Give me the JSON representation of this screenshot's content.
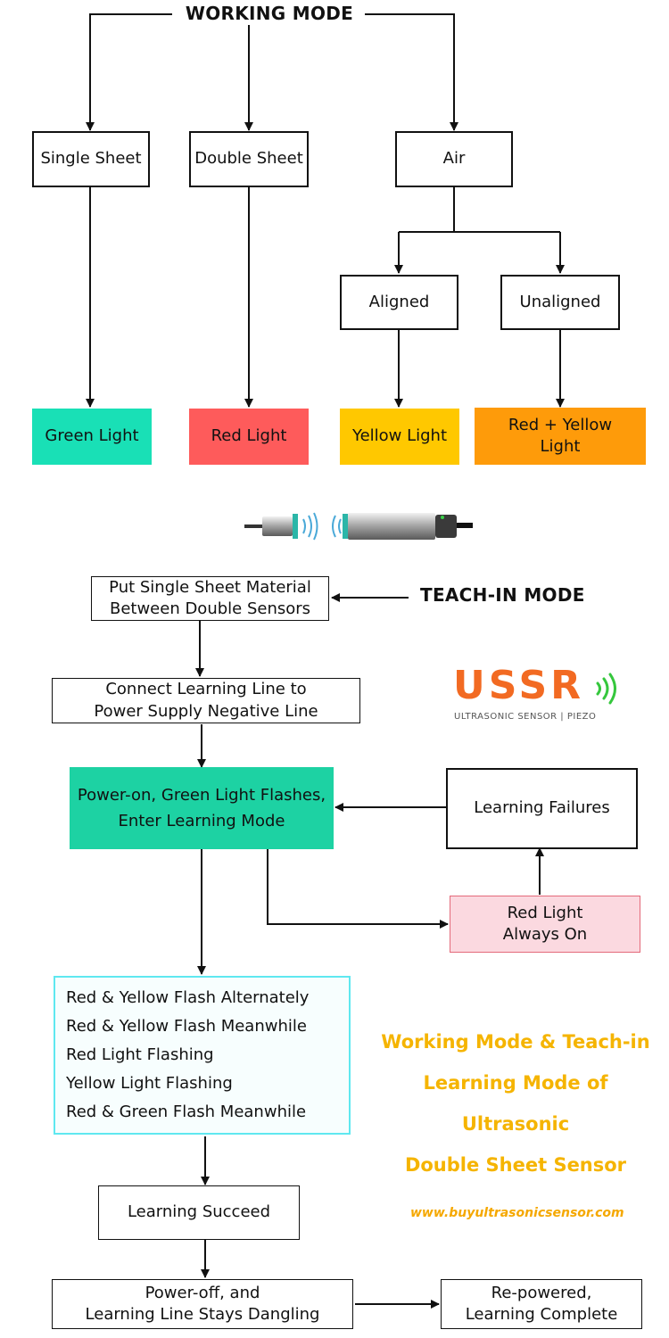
{
  "working_mode": {
    "title": "WORKING MODE",
    "single_sheet": "Single Sheet",
    "double_sheet": "Double Sheet",
    "air": "Air",
    "aligned": "Aligned",
    "unaligned": "Unaligned",
    "green_light": "Green Light",
    "red_light": "Red Light",
    "yellow_light": "Yellow Light",
    "red_yellow_line1": "Red + Yellow",
    "red_yellow_line2": "Light"
  },
  "teach_in": {
    "title": "TEACH-IN MODE",
    "step1_line1": "Put Single Sheet Material",
    "step1_line2": "Between Double Sensors",
    "step2_line1": "Connect Learning Line to",
    "step2_line2": "Power Supply Negative Line",
    "step3_line1": "Power-on, Green Light Flashes,",
    "step3_line2": "Enter Learning Mode",
    "failures": "Learning Failures",
    "red_on_line1": "Red Light",
    "red_on_line2": "Always On",
    "flash_list": [
      "Red & Yellow Flash Alternately",
      "Red & Yellow Flash Meanwhile",
      "Red Light Flashing",
      "Yellow Light Flashing",
      "Red & Green Flash Meanwhile"
    ],
    "succeed": "Learning Succeed",
    "poweroff_line1": "Power-off, and",
    "poweroff_line2": "Learning Line Stays Dangling",
    "repowered_line1": "Re-powered,",
    "repowered_line2": "Learning Complete"
  },
  "caption": {
    "line1": "Working Mode & Teach-in",
    "line2": "Learning Mode of Ultrasonic",
    "line3": "Double Sheet Sensor"
  },
  "website": "www.buyultrasonicsensor.com",
  "logo": {
    "name": "USSR",
    "tagline": "ULTRASONIC SENSOR | PIEZO"
  },
  "colors": {
    "green": "#19e0b6",
    "red": "#fe5b5b",
    "yellow": "#ffc800",
    "orange": "#fe9b0a",
    "teach_green": "#1dd2a3",
    "pink": "#fbd9e0",
    "pink_border": "#e46a7a",
    "cyan_border": "#5fe8f0",
    "caption": "#f5b400",
    "logo_orange": "#f26a22",
    "logo_green": "#35c73d"
  }
}
